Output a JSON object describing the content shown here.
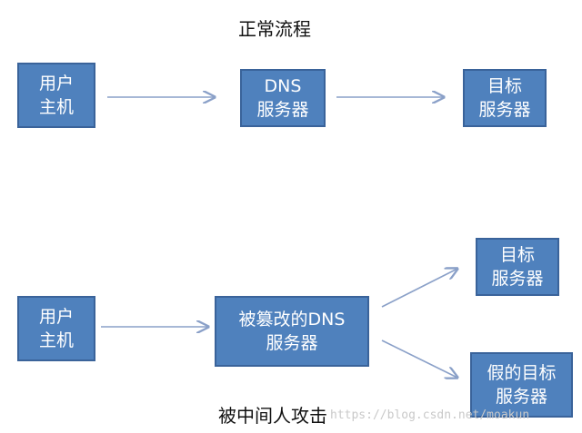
{
  "normal_flow": {
    "title": "正常流程",
    "user_host": {
      "line1": "用户",
      "line2": "主机"
    },
    "dns_server": {
      "line1": "DNS",
      "line2": "服务器"
    },
    "target_server": {
      "line1": "目标",
      "line2": "服务器"
    }
  },
  "attack_flow": {
    "title": "被中间人攻击",
    "user_host": {
      "line1": "用户",
      "line2": "主机"
    },
    "tampered_dns": {
      "line1": "被篡改的DNS",
      "line2": "服务器"
    },
    "target_server": {
      "line1": "目标",
      "line2": "服务器"
    },
    "fake_target_server": {
      "line1": "假的目标",
      "line2": "服务器"
    }
  },
  "watermark": "https://blog.csdn.net/moakun",
  "colors": {
    "box_fill": "#4f81bd",
    "box_border": "#3a639a",
    "arrow": "#8aa0c8",
    "text": "#111111"
  }
}
